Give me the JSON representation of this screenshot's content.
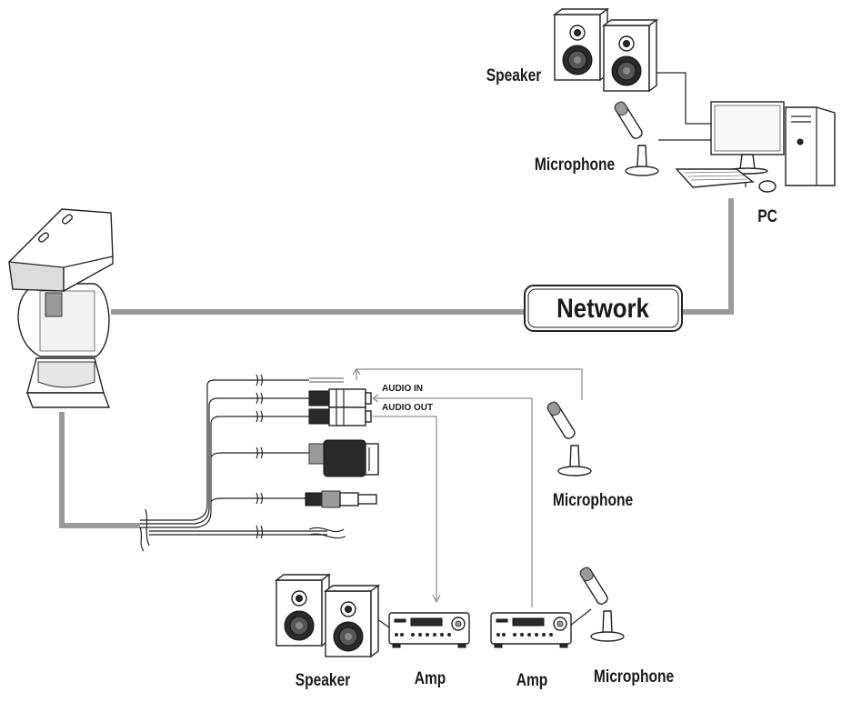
{
  "labels": {
    "speaker_top": "Speaker",
    "microphone_top": "Microphone",
    "pc": "PC",
    "network": "Network",
    "audio_in": "AUDIO IN",
    "audio_out": "AUDIO OUT",
    "microphone_right": "Microphone",
    "speaker_bottom": "Speaker",
    "amp_left": "Amp",
    "amp_right": "Amp",
    "microphone_bottom": "Microphone"
  },
  "icons": [
    "ptz-camera-icon",
    "speaker-icon",
    "microphone-icon",
    "pc-icon",
    "amplifier-icon",
    "connector-icon"
  ],
  "colors": {
    "cable": "#9a9a9a",
    "wire": "#8c8c8c",
    "ink": "#222222"
  }
}
